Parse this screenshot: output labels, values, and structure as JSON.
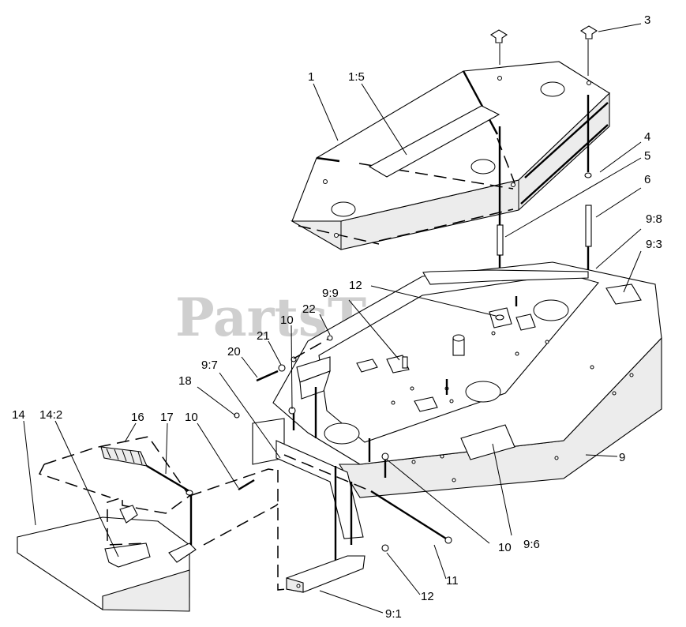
{
  "watermark": "PartsTree",
  "callouts": {
    "c1": "1",
    "c1_5": "1:5",
    "c3": "3",
    "c4": "4",
    "c5": "5",
    "c6": "6",
    "c9_8": "9:8",
    "c9_3": "9:3",
    "c12_top": "12",
    "c9_9": "9:9",
    "c22": "22",
    "c10_a": "10",
    "c21": "21",
    "c20": "20",
    "c9_7": "9:7",
    "c18": "18",
    "c14": "14",
    "c14_2": "14:2",
    "c16": "16",
    "c17": "17",
    "c10_b": "10",
    "c9": "9",
    "c10_c": "10",
    "c9_6": "9:6",
    "c11": "11",
    "c12_bottom": "12",
    "c9_1": "9:1"
  }
}
